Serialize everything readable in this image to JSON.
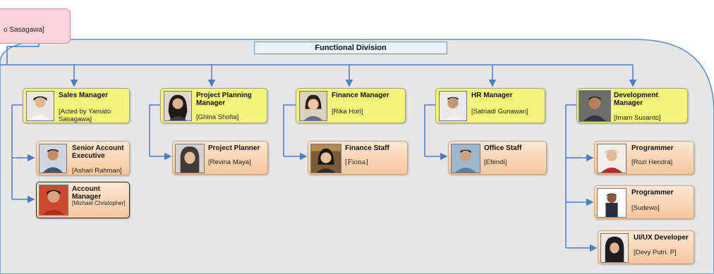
{
  "top_box": {
    "label": "o Sasagawa]"
  },
  "division": {
    "title": "Functional Division"
  },
  "managers": [
    {
      "title": "Sales Manager",
      "name": "[Acted by Yamato Sasagawa]"
    },
    {
      "title": "Project Planning Manager",
      "name": "[Ghina Shofia]"
    },
    {
      "title": "Finance Manager",
      "name": "[Rika Hori]"
    },
    {
      "title": "HR Manager",
      "name": "[Satriadi Gunawan]"
    },
    {
      "title": "Development Manager",
      "name": "[Imam Susanto]"
    }
  ],
  "staff": {
    "sales": [
      {
        "title": "Senior Account Executive",
        "name": "[Ashari Rahman]"
      },
      {
        "title": "Account Manager",
        "name": "[Michael Christopher]"
      }
    ],
    "planning": [
      {
        "title": "Project Planner",
        "name": "[Revina Maya]"
      }
    ],
    "finance": [
      {
        "title": "Finance Staff",
        "name": "[Fiona]"
      }
    ],
    "hr": [
      {
        "title": "Office Staff",
        "name": "[Efendi]"
      }
    ],
    "development": [
      {
        "title": "Programmer",
        "name": "[Rozi Hendra]"
      },
      {
        "title": "Programmer",
        "name": "[Sudewo]"
      },
      {
        "title": "UI/UX Developer",
        "name": "[Devy Putri. P]"
      }
    ]
  },
  "colors": {
    "division_fill": "#e6e6e6",
    "division_border": "#5b8fd6",
    "connector": "#4a7ec4",
    "manager_fill": "#f7f47c",
    "staff_fill": "#f8c79e",
    "top_box_fill": "#fbd3da"
  },
  "icons": {
    "avatar": "person-photo"
  }
}
